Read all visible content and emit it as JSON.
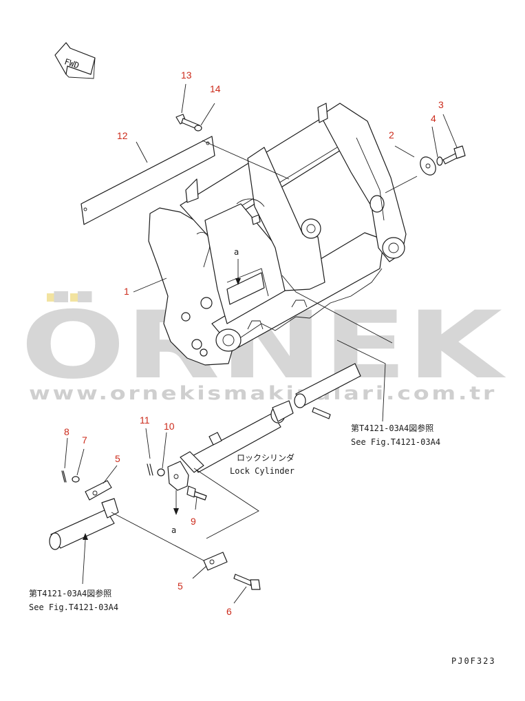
{
  "direction": {
    "label": "FWD"
  },
  "watermark": {
    "brand": "ÖRNEK",
    "url": "www.ornekismakinalari.com.tr",
    "accent_color": "#f2e3a0"
  },
  "callouts": {
    "c1": "1",
    "c2": "2",
    "c3": "3",
    "c4": "4",
    "c5a": "5",
    "c5b": "5",
    "c6": "6",
    "c7": "7",
    "c8": "8",
    "c9": "9",
    "c10": "10",
    "c11": "11",
    "c12": "12",
    "c13": "13",
    "c14": "14"
  },
  "view_markers": {
    "a_top": "a",
    "a_bottom": "a"
  },
  "refs": {
    "right_jp": "第T4121-03A4図参照",
    "right_en": "See Fig.T4121-03A4",
    "left_jp": "第T4121-03A4図参照",
    "left_en": "See Fig.T4121-03A4"
  },
  "cylinder": {
    "jp": "ロックシリンダ",
    "en": "Lock Cylinder"
  },
  "drawing_code": "PJ0F323",
  "colors": {
    "callout": "#cc2a1a",
    "line": "#1a1a1a",
    "watermark": "#d6d6d6"
  }
}
